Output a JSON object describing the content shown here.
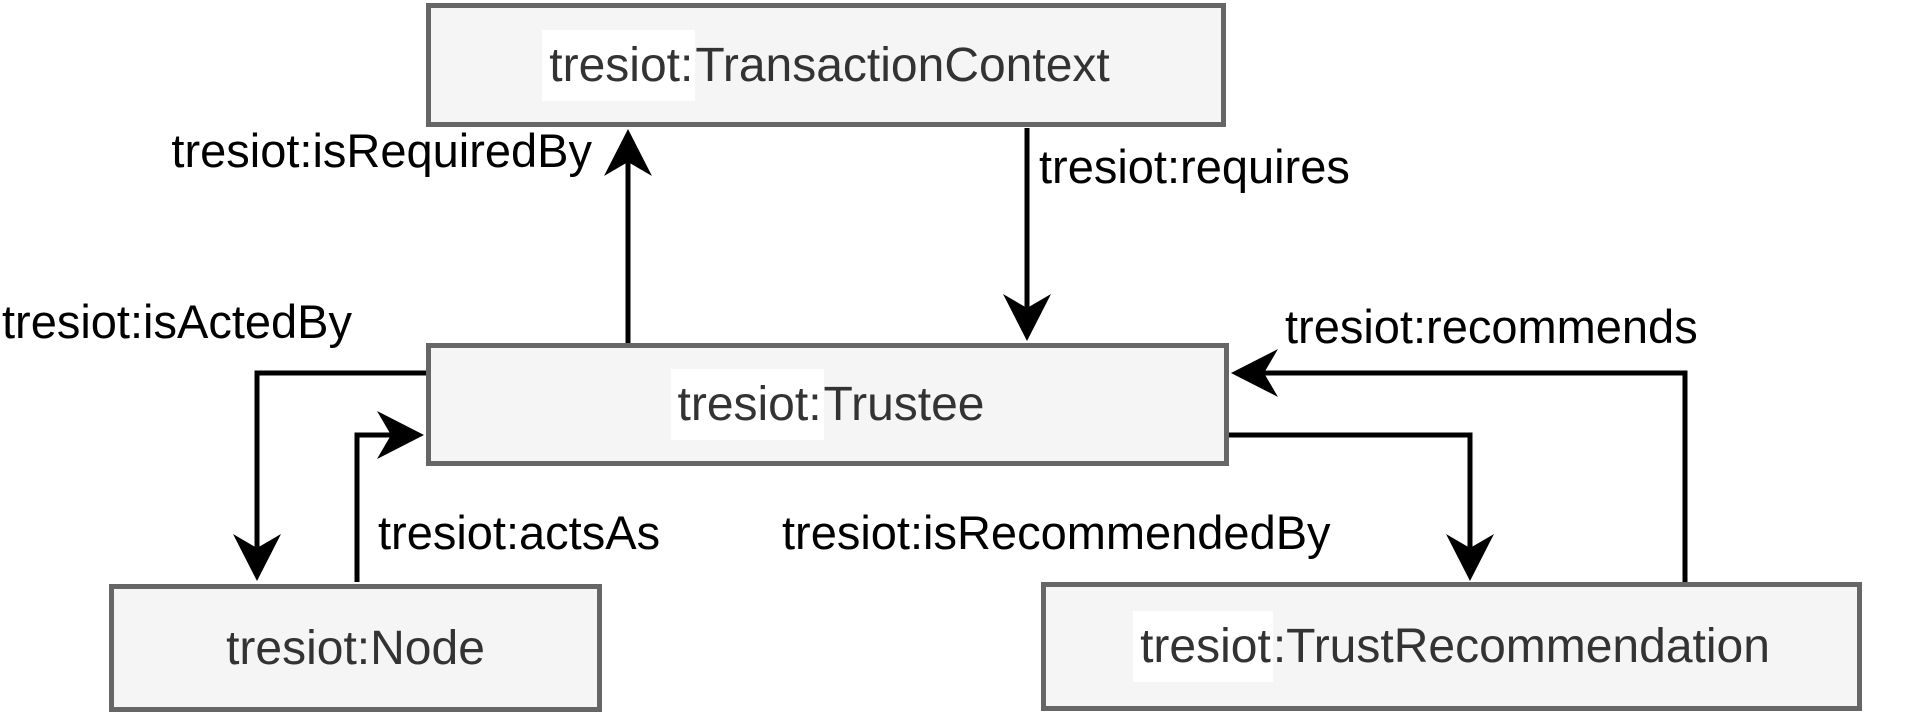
{
  "diagram": {
    "prefix_namespace": "tresiot",
    "colors": {
      "background": "#ffffff",
      "node_fill": "#f5f5f5",
      "node_border": "#666666",
      "node_text": "#333333",
      "edge": "#000000",
      "prefix_highlight": "#ffffff"
    },
    "nodes": {
      "transaction_context": {
        "prefix": "tresiot:",
        "local_name": "TransactionContext",
        "full_label": "tresiot:TransactionContext"
      },
      "trustee": {
        "prefix": "tresiot:",
        "local_name": "Trustee",
        "full_label": "tresiot:Trustee"
      },
      "node": {
        "prefix": "tresiot:",
        "local_name": "Node",
        "full_label": "tresiot:Node"
      },
      "trust_recommendation": {
        "prefix": "tresiot",
        "local_name": ":TrustRecommendation",
        "full_label": "tresiot:TrustRecommendation"
      }
    },
    "edges": {
      "is_required_by": {
        "label": "tresiot:isRequiredBy",
        "from": "tresiot:Trustee",
        "to": "tresiot:TransactionContext",
        "arrow": "up"
      },
      "requires": {
        "label": "tresiot:requires",
        "from": "tresiot:TransactionContext",
        "to": "tresiot:Trustee",
        "arrow": "down"
      },
      "is_acted_by": {
        "label": "tresiot:isActedBy",
        "from": "tresiot:Trustee",
        "to": "tresiot:Node",
        "arrow": "down"
      },
      "acts_as": {
        "label": "tresiot:actsAs",
        "from": "tresiot:Node",
        "to": "tresiot:Trustee",
        "arrow": "right"
      },
      "recommends": {
        "label": "tresiot:recommends",
        "from": "tresiot:TrustRecommendation",
        "to": "tresiot:Trustee",
        "arrow": "left"
      },
      "is_recommended_by": {
        "label": "tresiot:isRecommendedBy",
        "from": "tresiot:Trustee",
        "to": "tresiot:TrustRecommendation",
        "arrow": "down"
      }
    }
  }
}
